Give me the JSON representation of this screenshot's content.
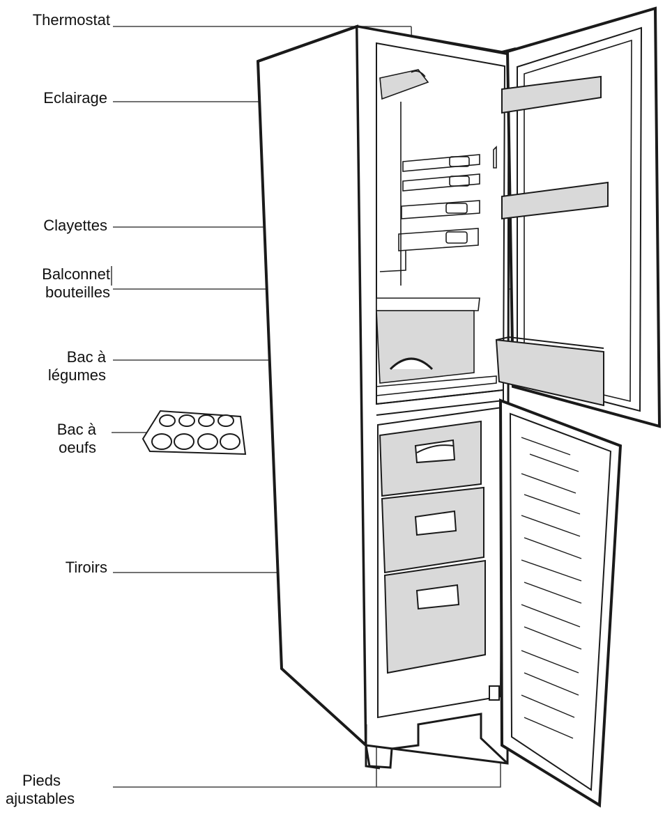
{
  "labels": {
    "thermostat": "Thermostat",
    "eclairage": "Eclairage",
    "clayettes": "Clayettes",
    "balconnet_line1": "Balconnet",
    "balconnet_line2": "bouteilles",
    "bac_legumes_line1": "Bac à",
    "bac_legumes_line2": "légumes",
    "bac_oeufs_line1": "Bac à",
    "bac_oeufs_line2": "oeufs",
    "tiroirs": "Tiroirs",
    "pieds_line1": "Pieds",
    "pieds_line2": "ajustables"
  },
  "colors": {
    "outline": "#1a1a1a",
    "leader": "#444444",
    "shade": "#d9d9d9",
    "background": "#ffffff"
  }
}
